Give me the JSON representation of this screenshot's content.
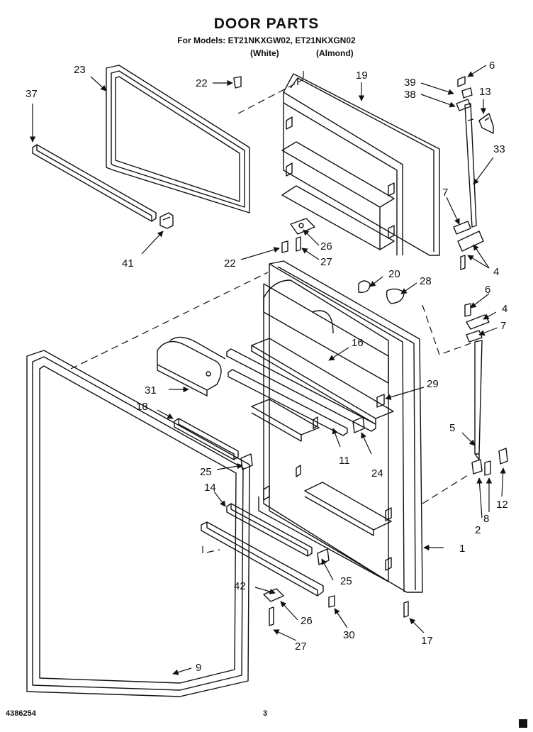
{
  "header": {
    "title": "DOOR PARTS",
    "models_line": "For Models: ET21NKXGW02, ET21NKXGN02",
    "variant_white": "(White)",
    "variant_almond": "(Almond)"
  },
  "footer": {
    "part_number": "4386254",
    "page_number": "3"
  },
  "callouts": {
    "c1": "1",
    "c2": "2",
    "c4a": "4",
    "c4b": "4",
    "c5": "5",
    "c6a": "6",
    "c6b": "6",
    "c7a": "7",
    "c7b": "7",
    "c8": "8",
    "c9": "9",
    "c11": "11",
    "c12": "12",
    "c13": "13",
    "c14": "14",
    "c16": "16",
    "c17": "17",
    "c18": "18",
    "c19": "19",
    "c20": "20",
    "c22a": "22",
    "c22b": "22",
    "c23": "23",
    "c24": "24",
    "c25a": "25",
    "c25b": "25",
    "c26a": "26",
    "c26b": "26",
    "c27a": "27",
    "c27b": "27",
    "c28": "28",
    "c29": "29",
    "c30": "30",
    "c31": "31",
    "c33": "33",
    "c37": "37",
    "c38": "38",
    "c39": "39",
    "c41": "41",
    "c42": "42"
  }
}
